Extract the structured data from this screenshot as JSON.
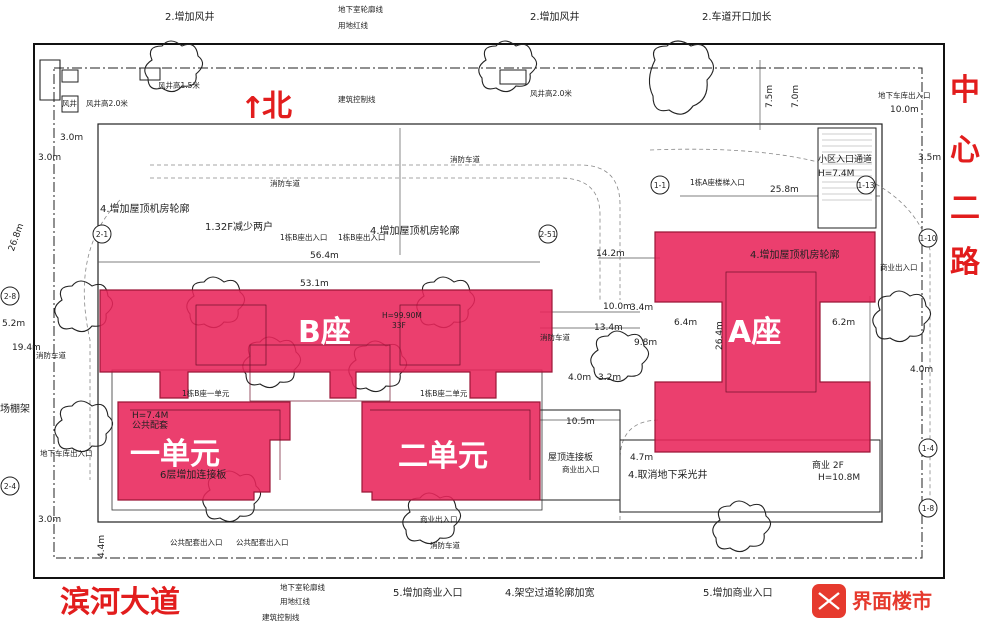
{
  "notes": {
    "vent_left": "2.增加风井",
    "vent_mid": "2.增加风井",
    "driveway": "2.车道开口加长",
    "roof_left": "4.增加屋顶机房轮廓",
    "roof_mid": "4.增加屋顶机房轮廓",
    "roof_a": "4.增加屋顶机房轮廓",
    "floor_reduce": "1.32F减少两户",
    "connector": "6层增加连接板",
    "remove_skylight": "4.取消地下采光井",
    "shop_entry_1": "5.增加商业入口",
    "shop_entry_2": "5.增加商业入口",
    "bridge": "4.架空过道轮廓加宽",
    "roof_connector": "屋顶连接板",
    "market_shed": "场棚架"
  },
  "labels": {
    "north_arrow": "↑",
    "north": "北",
    "road_east": [
      "中",
      "心",
      "二",
      "路"
    ],
    "road_south": "滨河大道",
    "building_b": "B座",
    "building_a": "A座",
    "unit_1": "一单元",
    "unit_2": "二单元",
    "b_height": "H=99.90M",
    "b_floors": "33F",
    "fire_road": "消防车道",
    "community_gate": "小区入口通道",
    "community_h": "H=7.4M",
    "garage_entry": "地下车库出入口",
    "public_entry": "公共配套出入口",
    "commerce_entry": "商业出入口",
    "commerce_2f": "商业 2F",
    "commerce_h": "H=10.8M",
    "public_2f": "公共配套",
    "public_h": "H=7.4M",
    "vent": "风井",
    "vent_h_left": "风井高2.0米",
    "vent_h_left2": "风井高1.5米",
    "vent_h_mid": "风井高2.0米",
    "build_control": "建筑控制线",
    "underground_outline": "地下室轮廓线",
    "land_red_line": "用地红线",
    "unit_1_entry": "1栋B座一单元",
    "unit_2_entry": "1栋B座二单元",
    "a_entry": "1栋A座楼梯入口",
    "b_entry_1": "1栋B座出入口",
    "b_entry_2": "1栋B座出入口"
  },
  "dimensions": {
    "d_56_4": "56.4m",
    "d_53_1": "53.1m",
    "d_25_8": "25.8m",
    "d_14_2": "14.2m",
    "d_10_0a": "10.0m",
    "d_10_0b": "10.0m",
    "d_10_5": "10.5m",
    "d_13_4": "13.4m",
    "d_9_8": "9.8m",
    "d_6_4": "6.4m",
    "d_6_2": "6.2m",
    "d_26_4": "26.4m",
    "d_3_0a": "3.0m",
    "d_3_0b": "3.0m",
    "d_3_0c": "3.0m",
    "d_3_5": "3.5m",
    "d_4_0a": "4.0m",
    "d_4_0b": "4.0m",
    "d_4_7": "4.7m",
    "d_3_2": "3.2m",
    "d_3_4": "3.4m",
    "d_5_2": "5.2m",
    "d_19_4": "19.4m",
    "d_7_5": "7.5m",
    "d_7_0": "7.0m",
    "d_4_4": "4.4m",
    "d_26_8": "26.8m"
  },
  "axes": [
    "1-1",
    "1-13",
    "1-10",
    "2-1",
    "2-51",
    "2-8",
    "2-4",
    "1-4",
    "1-8"
  ],
  "logo": {
    "text": "界面楼市",
    "color": "#e63a2e"
  },
  "colors": {
    "building_fill": "#e8245a",
    "annotation_red": "#e21d1d"
  }
}
